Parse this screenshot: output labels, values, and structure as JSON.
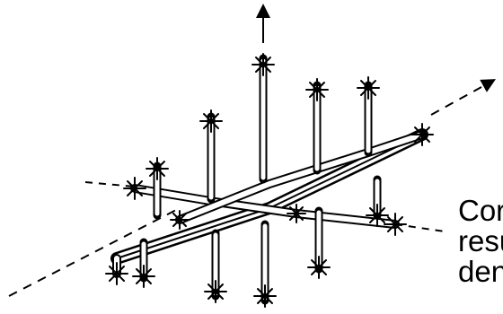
{
  "figure": {
    "caption_lines": [
      "Cor",
      "resu",
      "den"
    ],
    "colors": {
      "ink": "#000000",
      "background": "#ffffff"
    },
    "elements": [
      "vertical-axis-arrow",
      "diagonal-axis-dashed",
      "secondary-axis-dashed",
      "main-trunk-branch",
      "secondary-branches",
      "vertical-arm-columns",
      "star-tips"
    ]
  }
}
